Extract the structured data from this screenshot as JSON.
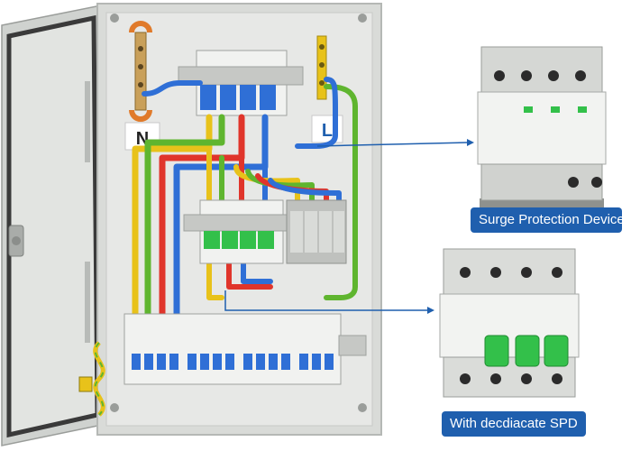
{
  "panel": {
    "neutral_marker": "N",
    "live_marker": "L"
  },
  "callouts": [
    {
      "id": "spd",
      "label": "Surge Protection Device"
    },
    {
      "id": "breaker",
      "label": "With decdiacate SPD"
    }
  ],
  "colors": {
    "accent_label": "#1f5fae",
    "wire_blue": "#2f6fd6",
    "wire_red": "#e0352b",
    "wire_yellow": "#e8c21a",
    "wire_green": "#5fb52f",
    "breaker_green": "#33c04a",
    "enclosure": "#d9dbd8"
  }
}
